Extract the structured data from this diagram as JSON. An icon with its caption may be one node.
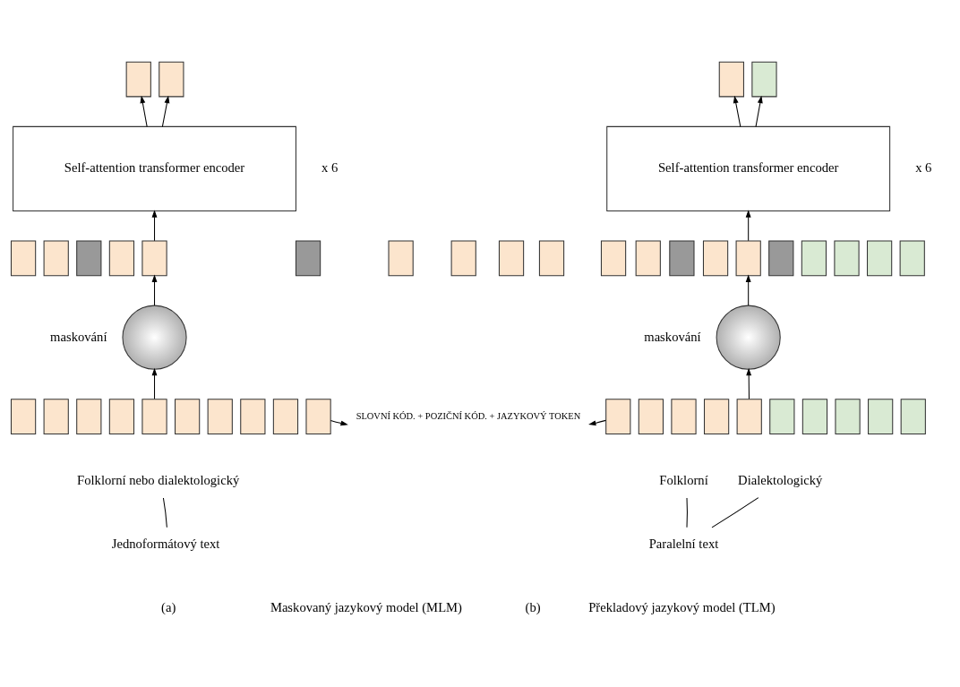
{
  "diagram": {
    "nodes": [
      {
        "text": [],
        "shape": "box"
      },
      {
        "text": [],
        "shape": "box"
      },
      {
        "text": [
          "Self-attention transformer encoder"
        ],
        "beside": [
          "x 6"
        ]
      },
      {
        "text": [],
        "shape": "box"
      },
      {
        "text": [],
        "shape": "box"
      },
      {
        "text": [],
        "shape": "box"
      },
      {
        "text": [],
        "shape": "box"
      },
      {
        "text": [],
        "shape": "box"
      },
      {
        "text": [],
        "shape": "box"
      },
      {
        "text": [],
        "shape": "box"
      },
      {
        "text": [],
        "shape": "box"
      },
      {
        "text": [],
        "shape": "box"
      },
      {
        "text": [],
        "shape": "box"
      },
      {
        "text": [],
        "shape": "circle",
        "beside": [
          "maskování"
        ]
      },
      {
        "text": [],
        "shape": "box"
      },
      {
        "text": [],
        "shape": "box"
      },
      {
        "text": [],
        "shape": "box"
      },
      {
        "text": [],
        "shape": "box"
      },
      {
        "text": [],
        "shape": "box"
      },
      {
        "text": [],
        "shape": "box"
      },
      {
        "text": [],
        "shape": "box"
      },
      {
        "text": [],
        "shape": "box"
      },
      {
        "text": [],
        "shape": "box"
      },
      {
        "text": [],
        "shape": "box"
      },
      {
        "text": [
          "Folklorní nebo dialektologický"
        ]
      },
      {
        "text": [
          "Jednoformátový text"
        ]
      },
      {
        "text": [
          "SLOVNÍ KÓD. + POZIČNÍ KÓD. + JAZYKOVÝ TOKEN"
        ]
      },
      {
        "text": [],
        "shape": "box"
      },
      {
        "text": [],
        "shape": "box"
      },
      {
        "text": [
          "Self-attention transformer encoder"
        ],
        "beside": [
          "x 6"
        ]
      },
      {
        "text": [],
        "shape": "box"
      },
      {
        "text": [],
        "shape": "box"
      },
      {
        "text": [],
        "shape": "box"
      },
      {
        "text": [],
        "shape": "box"
      },
      {
        "text": [],
        "shape": "box"
      },
      {
        "text": [],
        "shape": "box"
      },
      {
        "text": [],
        "shape": "box"
      },
      {
        "text": [],
        "shape": "box"
      },
      {
        "text": [],
        "shape": "box"
      },
      {
        "text": [],
        "shape": "box"
      },
      {
        "text": [],
        "shape": "circle",
        "beside": [
          "maskování"
        ]
      },
      {
        "text": [],
        "shape": "box"
      },
      {
        "text": [],
        "shape": "box"
      },
      {
        "text": [],
        "shape": "box"
      },
      {
        "text": [],
        "shape": "box"
      },
      {
        "text": [],
        "shape": "box"
      },
      {
        "text": [],
        "shape": "box"
      },
      {
        "text": [],
        "shape": "box"
      },
      {
        "text": [],
        "shape": "box"
      },
      {
        "text": [],
        "shape": "box"
      },
      {
        "text": [],
        "shape": "box"
      },
      {
        "text": [
          "Folklorní"
        ]
      },
      {
        "text": [
          "Dialektologický"
        ]
      },
      {
        "text": [
          "Paralelní text"
        ]
      }
    ],
    "edges": [
      {
        "from": 2,
        "to": 0,
        "arrow": "to"
      },
      {
        "from": 2,
        "to": 1,
        "arrow": "to"
      },
      {
        "from": 7,
        "to": 2,
        "arrow": "to"
      },
      {
        "from": 13,
        "to": 7,
        "arrow": "to"
      },
      {
        "from": 18,
        "to": 13,
        "arrow": "to"
      },
      {
        "from": 23,
        "to": 26,
        "arrow": "to"
      },
      {
        "from": 24,
        "to": 25,
        "arrow": "none"
      },
      {
        "from": 29,
        "to": 27,
        "arrow": "to"
      },
      {
        "from": 29,
        "to": 28,
        "arrow": "to"
      },
      {
        "from": 34,
        "to": 29,
        "arrow": "to"
      },
      {
        "from": 40,
        "to": 34,
        "arrow": "to"
      },
      {
        "from": 45,
        "to": 40,
        "arrow": "to"
      },
      {
        "from": 41,
        "to": 26,
        "arrow": "to"
      },
      {
        "from": 51,
        "to": 53,
        "arrow": "none"
      },
      {
        "from": 52,
        "to": 53,
        "arrow": "none"
      }
    ],
    "labels": [
      "(a)",
      "Maskovaný jazykový model (MLM)",
      "(b)",
      "Překladový jazykový model (TLM)"
    ]
  }
}
